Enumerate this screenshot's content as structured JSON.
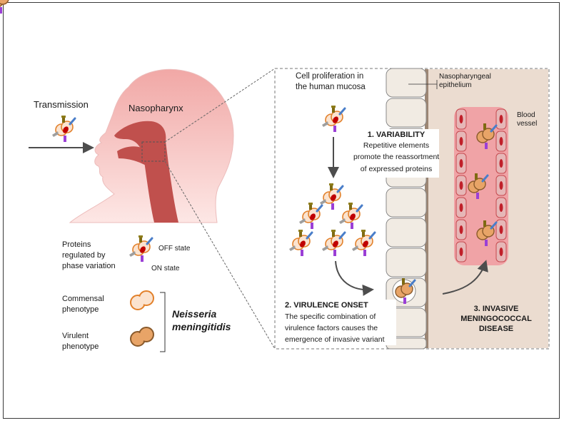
{
  "labels": {
    "transmission": "Transmission",
    "nasopharynx": "Nasopharynx",
    "cell_proliferation": [
      "Cell proliferation in",
      "the human mucosa"
    ],
    "nasopharyngeal_epithelium": [
      "Nasopharyngeal",
      "epithelium"
    ],
    "blood_vessel": [
      "Blood",
      "vessel"
    ],
    "variability_title": "1. VARIABILITY",
    "variability_text": [
      "Repetitive elements",
      "promote the reassortment",
      "of expressed proteins"
    ],
    "virulence_title": "2. VIRULENCE ONSET",
    "virulence_text": [
      "The specific combination of",
      "virulence factors causes the",
      "emergence of invasive variant"
    ],
    "invasive_title": [
      "3. INVASIVE",
      "MENINGOCOCCAL",
      "DISEASE"
    ]
  },
  "legend": {
    "proteins": [
      "Proteins",
      "regulated by",
      "phase variation"
    ],
    "off_state": "OFF state",
    "on_state": "ON state",
    "commensal": [
      "Commensal",
      "phenotype"
    ],
    "virulent": [
      "Virulent",
      "phenotype"
    ],
    "species": [
      "Neisseria",
      "meningitidis"
    ]
  },
  "colors": {
    "head_fill": "#f6b9b5",
    "airway": "#c0504d",
    "commensal_fill": "#fbe3cf",
    "commensal_border": "#e2802a",
    "virulent_fill": "#e8a467",
    "virulent_border": "#8a5a2b",
    "vessel": "#f0a3a6",
    "tissue": "#ebdcd0",
    "epithelium": "#f1ebe3"
  }
}
